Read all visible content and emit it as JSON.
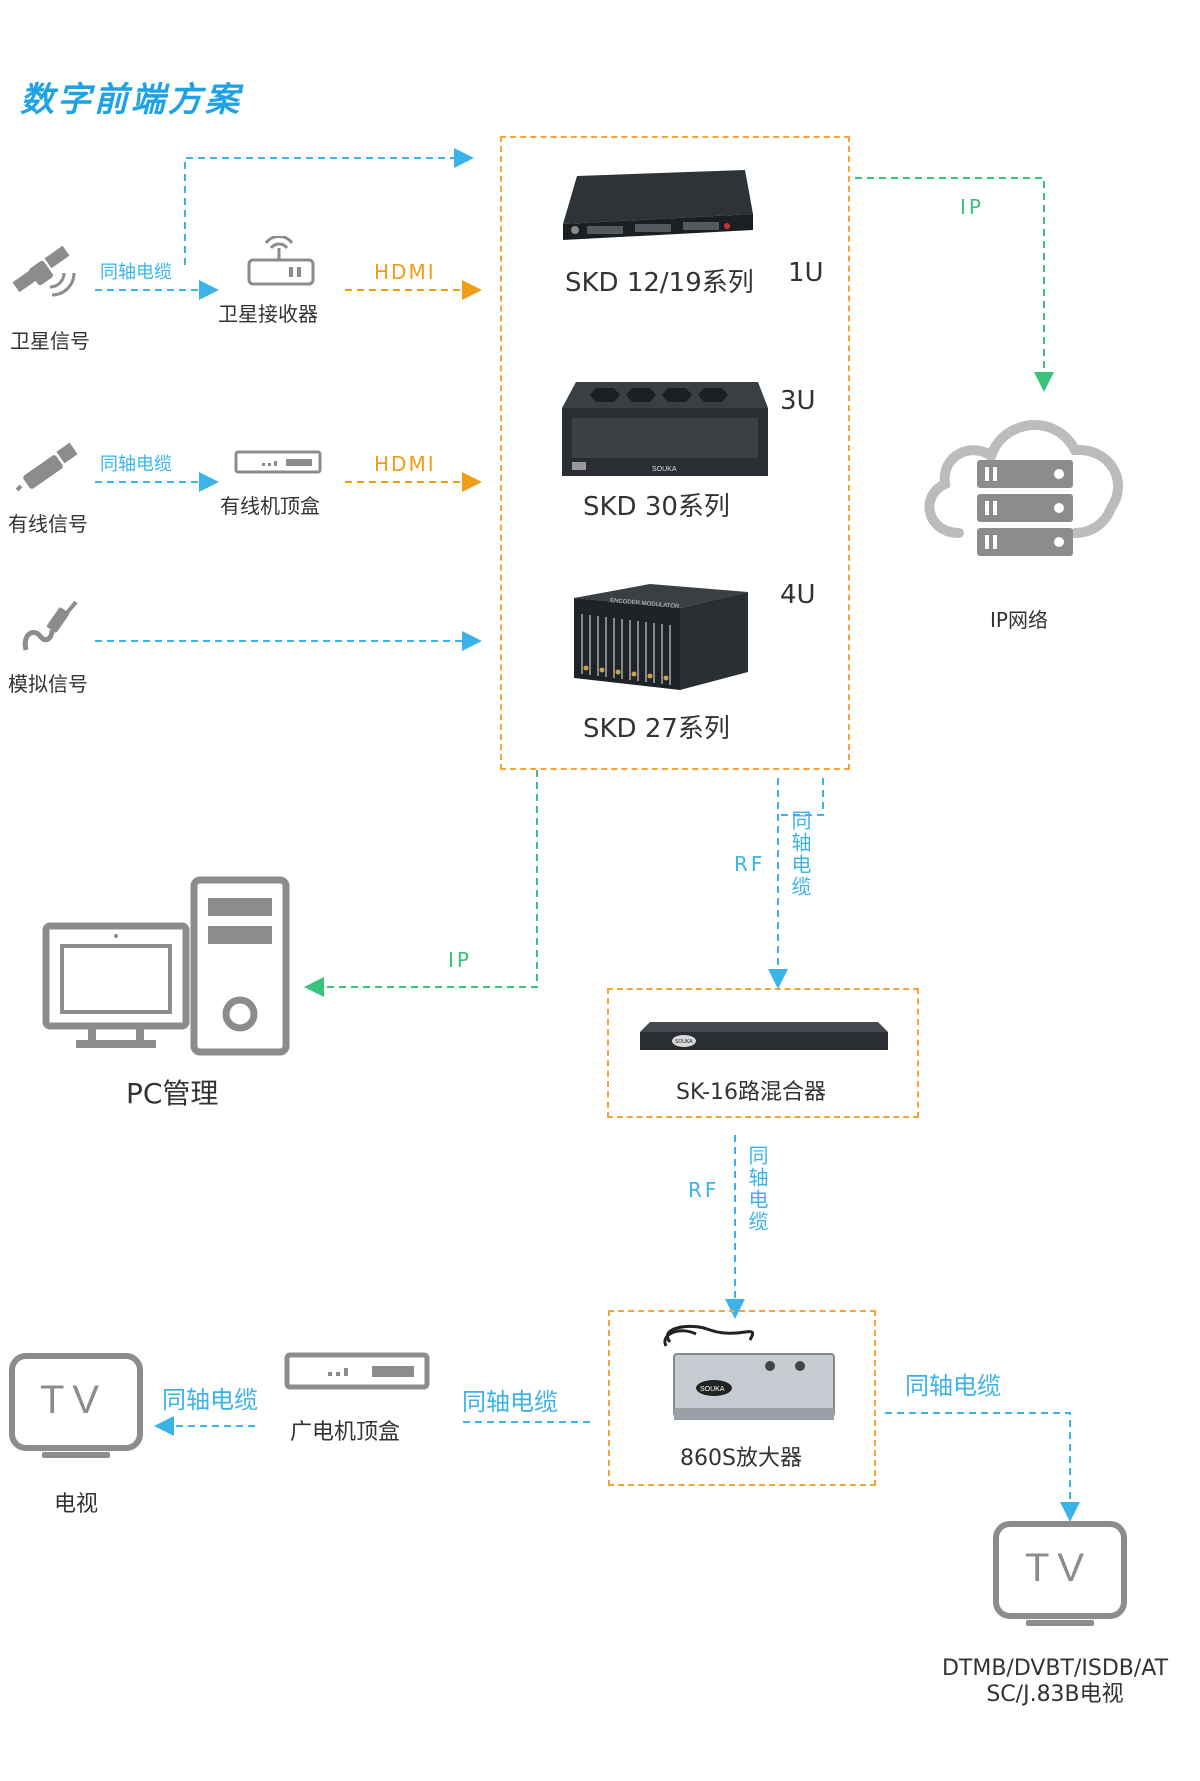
{
  "title": "数字前端方案",
  "inputs": {
    "satellite": "卫星信号",
    "cable": "有线信号",
    "analog": "模拟信号"
  },
  "receivers": {
    "satellite_receiver": "卫星接收器",
    "cable_stb": "有线机顶盒"
  },
  "link_labels": {
    "coax": "同轴电缆",
    "hdmi": "HDMI",
    "ip": "IP",
    "rf": "RF"
  },
  "devices": {
    "skd12": "SKD 12/19系列",
    "skd12_u": "1U",
    "skd30": "SKD 30系列",
    "skd30_u": "3U",
    "skd27": "SKD 27系列",
    "skd27_u": "4U",
    "combiner": "SK-16路混合器",
    "amplifier": "860S放大器",
    "brand": "SOUKA",
    "encoder_label": "ENCODER MODULATOR"
  },
  "outputs": {
    "ip_network": "IP网络",
    "pc": "PC管理",
    "broadcast_stb": "广电机顶盒",
    "tv": "电视",
    "tv_screen": "TV",
    "dtv": "DTMB/DVBT/ISDB/AT\nSC/J.83B电视"
  },
  "colors": {
    "blue": "#3cb3e8",
    "orange": "#f39c1a",
    "green": "#3ac37c",
    "box": "#f5a43a",
    "icon_gray": "#8c8c8c"
  }
}
